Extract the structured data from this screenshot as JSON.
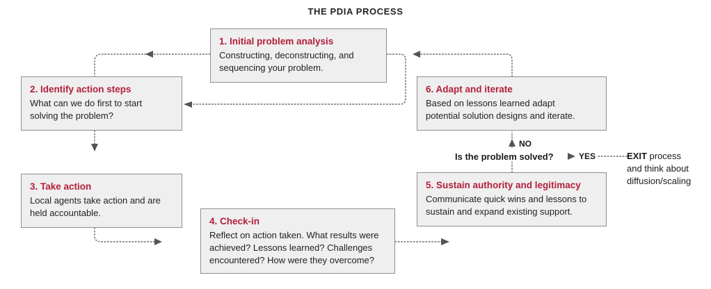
{
  "title": "THE PDIA PROCESS",
  "steps": [
    {
      "title": "1. Initial problem analysis",
      "lines": [
        "Constructing, deconstructing, and",
        "sequencing your problem."
      ]
    },
    {
      "title": "2. Identify action steps",
      "lines": [
        "What can we do first to start",
        "solving the problem?"
      ]
    },
    {
      "title": "3. Take action",
      "lines": [
        "Local agents take action and are",
        "held accountable."
      ]
    },
    {
      "title": "4. Check-in",
      "lines": [
        "Reflect on action taken. What results were",
        "achieved? Lessons learned? Challenges",
        "encountered? How were they overcome?"
      ]
    },
    {
      "title": "5. Sustain authority and legitimacy",
      "lines": [
        "Communicate quick wins and lessons to",
        "sustain and expand existing support."
      ]
    },
    {
      "title": "6. Adapt and iterate",
      "lines": [
        "Based on lessons learned adapt",
        "potential solution designs and iterate."
      ]
    }
  ],
  "decision": {
    "question": "Is the problem solved?",
    "no_label": "NO",
    "yes_label": "YES",
    "exit_word": "EXIT",
    "exit_rest": " process",
    "exit_lines": [
      "and think about",
      "diffusion/scaling"
    ]
  },
  "colors": {
    "step_title": "#b3203a",
    "box_fill": "#efefef",
    "box_border": "#8e8e8e",
    "connector": "#555555"
  }
}
